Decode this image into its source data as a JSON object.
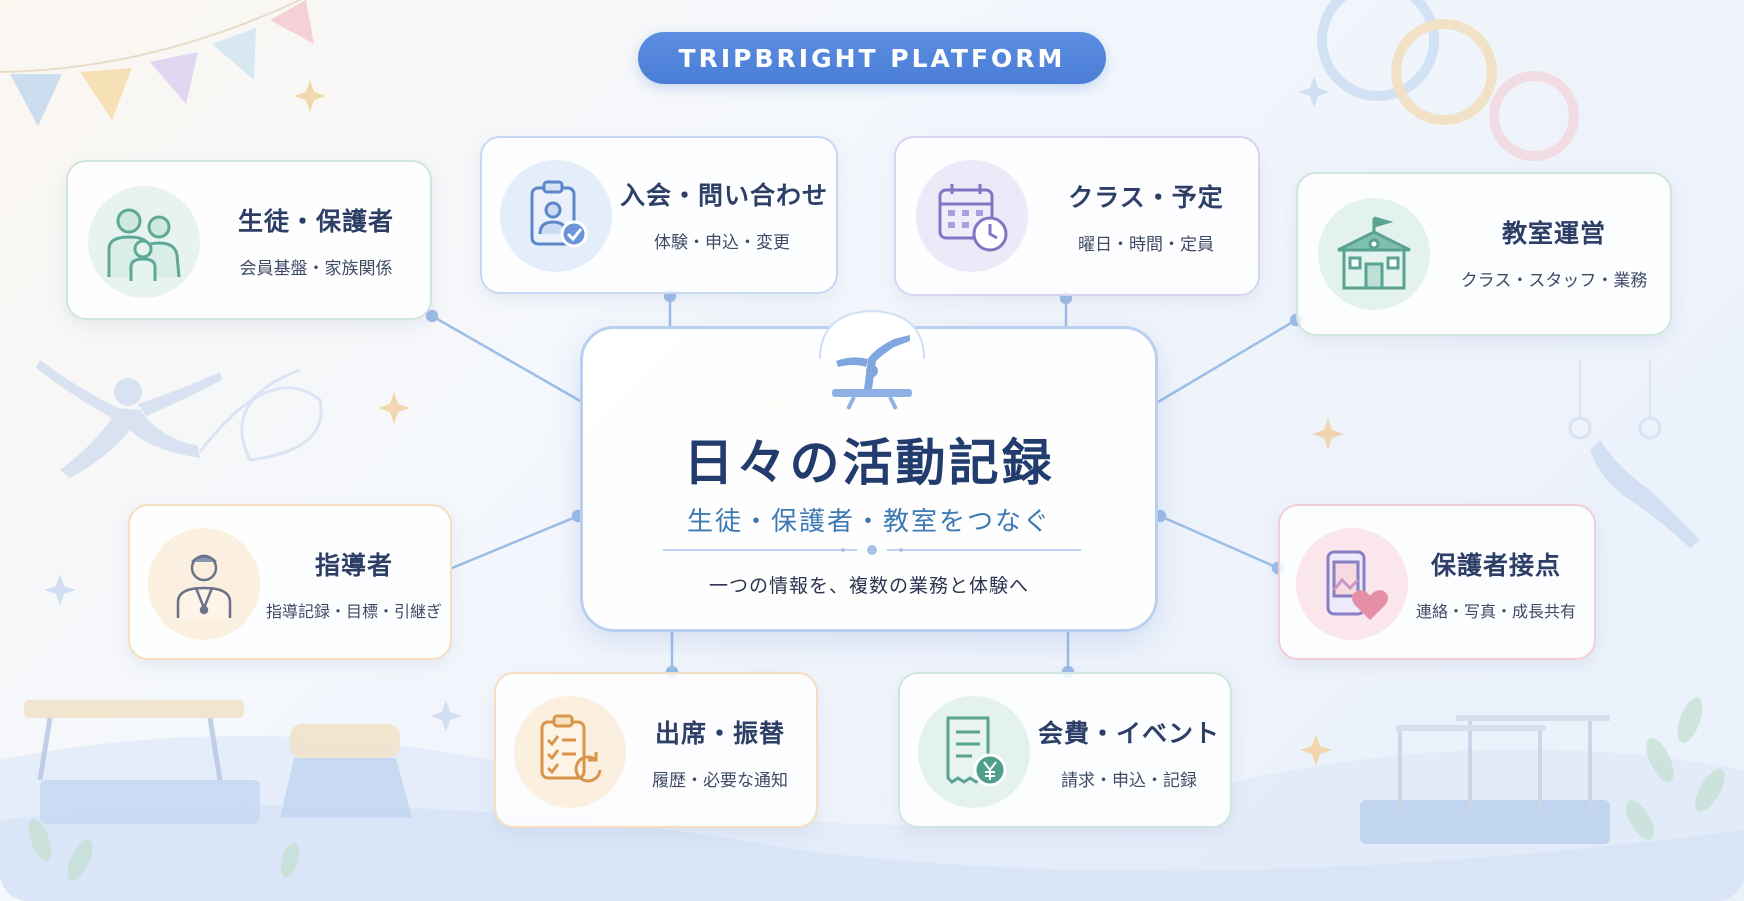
{
  "badge": "TRIPBRIGHT PLATFORM",
  "center": {
    "title": "日々の活動記録",
    "subtitle": "生徒・保護者・教室をつなぐ",
    "caption": "一つの情報を、複数の業務と体験へ",
    "icon": "gymnast-on-beam-icon"
  },
  "nodes": {
    "students": {
      "title": "生徒・保護者",
      "subtitle": "会員基盤・家族関係",
      "icon": "family-icon"
    },
    "inquiry": {
      "title": "入会・問い合わせ",
      "subtitle": "体験・申込・変更",
      "icon": "clipboard-check-icon"
    },
    "classes": {
      "title": "クラス・予定",
      "subtitle": "曜日・時間・定員",
      "icon": "calendar-clock-icon"
    },
    "operations": {
      "title": "教室運営",
      "subtitle": "クラス・スタッフ・業務",
      "icon": "school-building-icon"
    },
    "coach": {
      "title": "指導者",
      "subtitle": "指導記録・目標・引継ぎ",
      "icon": "coach-icon"
    },
    "guardian": {
      "title": "保護者接点",
      "subtitle": "連絡・写真・成長共有",
      "icon": "phone-heart-icon"
    },
    "attendance": {
      "title": "出席・振替",
      "subtitle": "履歴・必要な通知",
      "icon": "checklist-refresh-icon"
    },
    "fees": {
      "title": "会費・イベント",
      "subtitle": "請求・申込・記録",
      "icon": "receipt-yen-icon"
    }
  },
  "colors": {
    "badge": "#4a7dd6",
    "connector": "#9dbce6",
    "title": "#223c6e",
    "subtitle": "#3d7ab3",
    "green": "#7fbfb0",
    "blue": "#6b95d8",
    "purple": "#8f86cf",
    "orange": "#e2a65a",
    "pink": "#e58fa6"
  }
}
